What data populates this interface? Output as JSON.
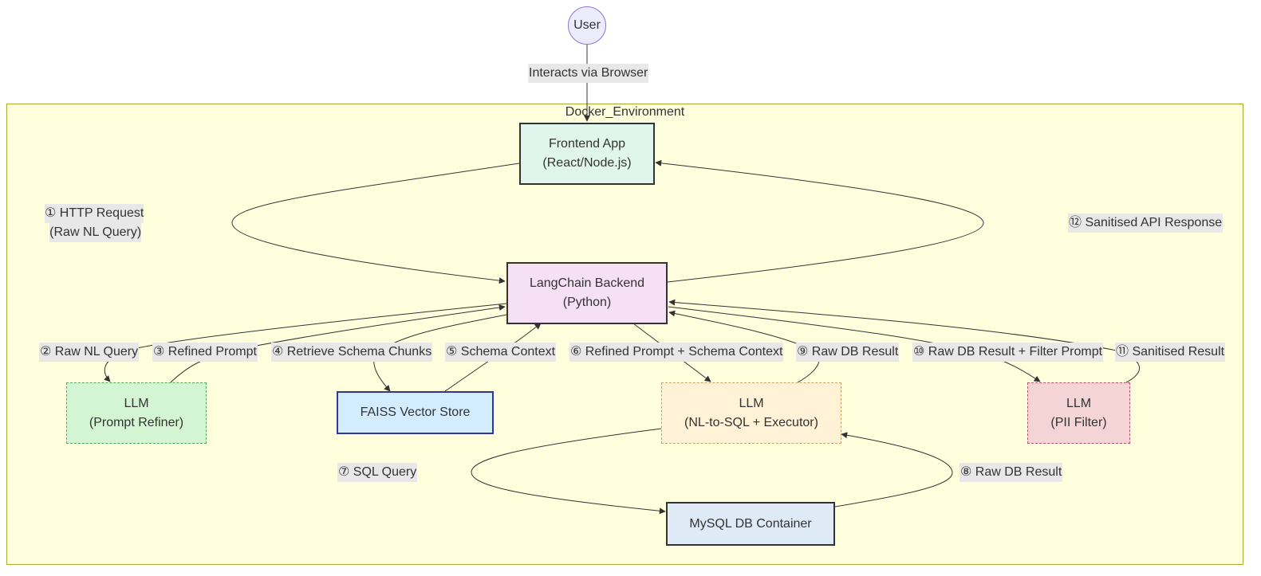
{
  "cluster": {
    "title": "Docker_Environment",
    "fill": "#ffffde",
    "stroke": "#aaaa33"
  },
  "nodes": {
    "user": {
      "label": "User",
      "fill": "#ececff",
      "stroke": "#9370db"
    },
    "frontend": {
      "line1": "Frontend App",
      "line2": "(React/Node.js)",
      "fill": "#e0f5ec",
      "stroke": "#333333"
    },
    "backend": {
      "line1": "LangChain Backend",
      "line2": "(Python)",
      "fill": "#f5e0f5",
      "stroke": "#333333"
    },
    "llm_refiner": {
      "line1": "LLM",
      "line2": "(Prompt Refiner)",
      "fill": "#d4f5d4",
      "stroke": "#5aa85a"
    },
    "faiss": {
      "line1": "FAISS Vector Store",
      "fill": "#d4ecff",
      "stroke": "#333399"
    },
    "llm_sql": {
      "line1": "LLM",
      "line2": "(NL-to-SQL + Executor)",
      "fill": "#fff2d6",
      "stroke": "#c8a46b"
    },
    "llm_pii": {
      "line1": "LLM",
      "line2": "(PII Filter)",
      "fill": "#f5d4d6",
      "stroke": "#b05870"
    },
    "mysql": {
      "line1": "MySQL DB Container",
      "fill": "#deeaf5",
      "stroke": "#333333"
    }
  },
  "edges": {
    "user_frontend": "Interacts via Browser",
    "e1_line1": "① HTTP Request",
    "e1_line2": "(Raw NL Query)",
    "e2": "② Raw NL Query",
    "e3": "③ Refined Prompt",
    "e4": "④ Retrieve Schema Chunks",
    "e5": "⑤ Schema Context",
    "e6": "⑥ Refined Prompt + Schema Context",
    "e7": "⑦ SQL Query",
    "e8": "⑧ Raw DB Result",
    "e9": "⑨ Raw DB Result",
    "e10": "⑩ Raw DB Result + Filter Prompt",
    "e11": "⑪ Sanitised Result",
    "e12": "⑫ Sanitised API Response"
  }
}
